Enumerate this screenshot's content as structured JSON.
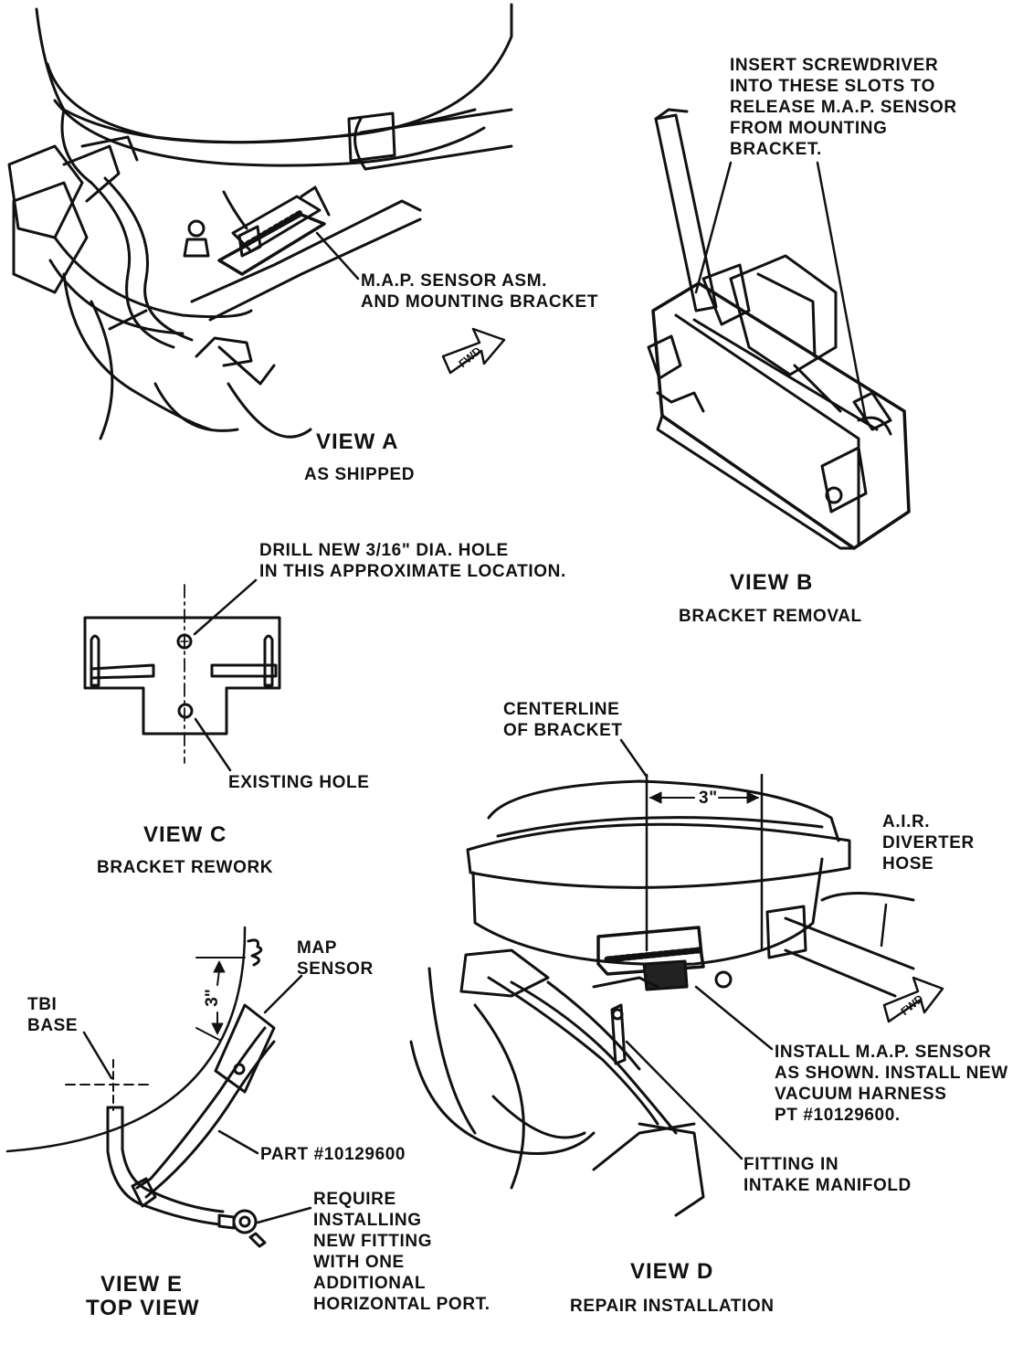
{
  "view_a": {
    "title": "VIEW A",
    "subtitle": "AS SHIPPED",
    "callout_sensor": "M.A.P. SENSOR ASM.\nAND MOUNTING BRACKET",
    "fwd_arrow": "FWD"
  },
  "view_b": {
    "callout_slots": "INSERT SCREWDRIVER\nINTO THESE SLOTS TO\nRELEASE M.A.P. SENSOR\nFROM MOUNTING\nBRACKET.",
    "title": "VIEW B",
    "subtitle": "BRACKET REMOVAL"
  },
  "view_c": {
    "callout_drill": "DRILL NEW 3/16\" DIA. HOLE\nIN THIS APPROXIMATE LOCATION.",
    "callout_existing": "EXISTING HOLE",
    "title": "VIEW C",
    "subtitle": "BRACKET REWORK"
  },
  "view_d": {
    "callout_centerline": "CENTERLINE\nOF BRACKET",
    "dimension": "3\"",
    "callout_diverter": "A.I.R.\nDIVERTER\nHOSE",
    "callout_install": "INSTALL M.A.P. SENSOR\nAS SHOWN. INSTALL NEW\nVACUUM HARNESS\nPT #10129600.",
    "callout_fitting": "FITTING IN\nINTAKE MANIFOLD",
    "fwd_arrow": "FWD",
    "title": "VIEW D",
    "subtitle": "REPAIR INSTALLATION"
  },
  "view_e": {
    "callout_map": "MAP\nSENSOR",
    "callout_tbi": "TBI\nBASE",
    "dimension": "3\"",
    "callout_part": "PART #10129600",
    "callout_fitting": "REQUIRE\nINSTALLING\nNEW FITTING\nWITH ONE\nADDITIONAL\nHORIZONTAL PORT.",
    "title": "VIEW E",
    "subtitle": "TOP VIEW"
  }
}
